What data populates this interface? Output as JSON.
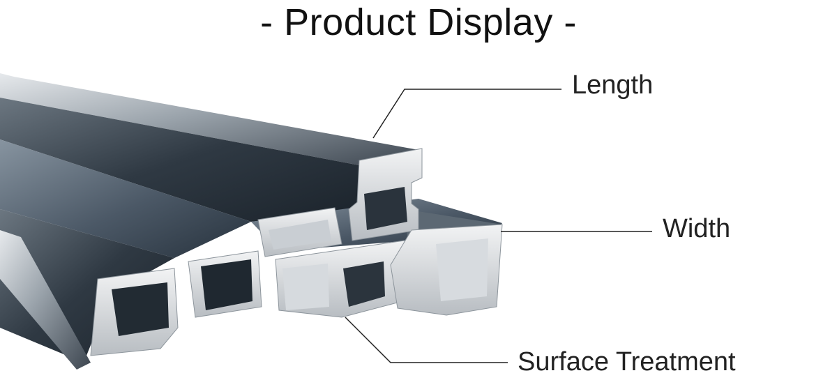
{
  "header": {
    "title": "- Product Display -"
  },
  "callouts": {
    "length": "Length",
    "width": "Width",
    "surface": "Surface Treatment"
  },
  "image": {
    "subject": "steel-channel-bars-illustration"
  }
}
